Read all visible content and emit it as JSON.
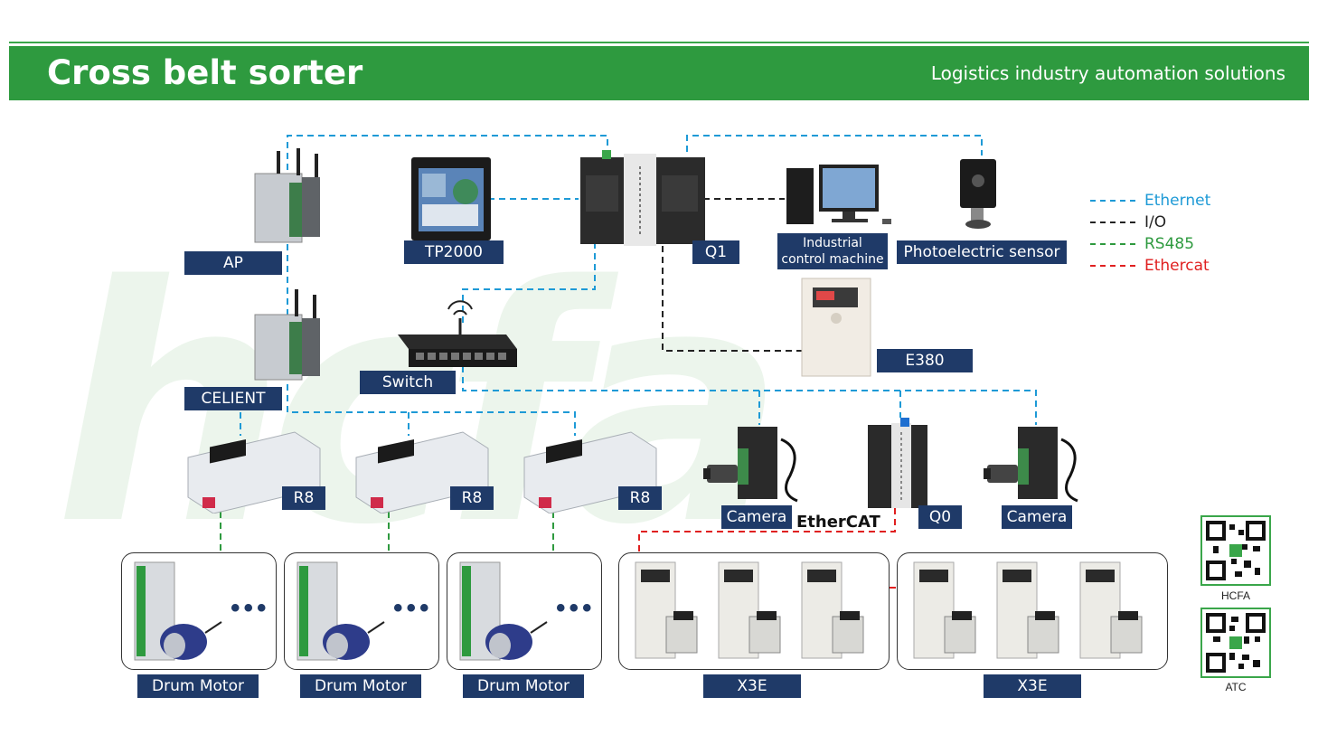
{
  "header": {
    "title": "Cross belt sorter",
    "subtitle": "Logistics industry automation solutions"
  },
  "nodes": {
    "ap": "AP",
    "celient": "CELIENT",
    "tp2000": "TP2000",
    "q1": "Q1",
    "industrial_pc_line1": "Industrial",
    "industrial_pc_line2": "control machine",
    "photo_sensor": "Photoelectric sensor",
    "switch": "Switch",
    "e380": "E380",
    "r8_1": "R8",
    "r8_2": "R8",
    "r8_3": "R8",
    "camera_1": "Camera",
    "q0": "Q0",
    "camera_2": "Camera",
    "drum_motor_1": "Drum Motor",
    "drum_motor_2": "Drum Motor",
    "drum_motor_3": "Drum Motor",
    "x3e_1": "X3E",
    "x3e_2": "X3E",
    "ethercat_logo": "EtherCAT"
  },
  "legend": [
    {
      "label": "Ethernet",
      "color": "#1e9ad6"
    },
    {
      "label": "I/O",
      "color": "#222222"
    },
    {
      "label": "RS485",
      "color": "#2e9a3f"
    },
    {
      "label": "Ethercat",
      "color": "#e02020"
    }
  ],
  "qr_codes": {
    "hcfa": "HCFA",
    "atc": "ATC"
  },
  "ellipsis": "•••",
  "watermark": "hcfa"
}
